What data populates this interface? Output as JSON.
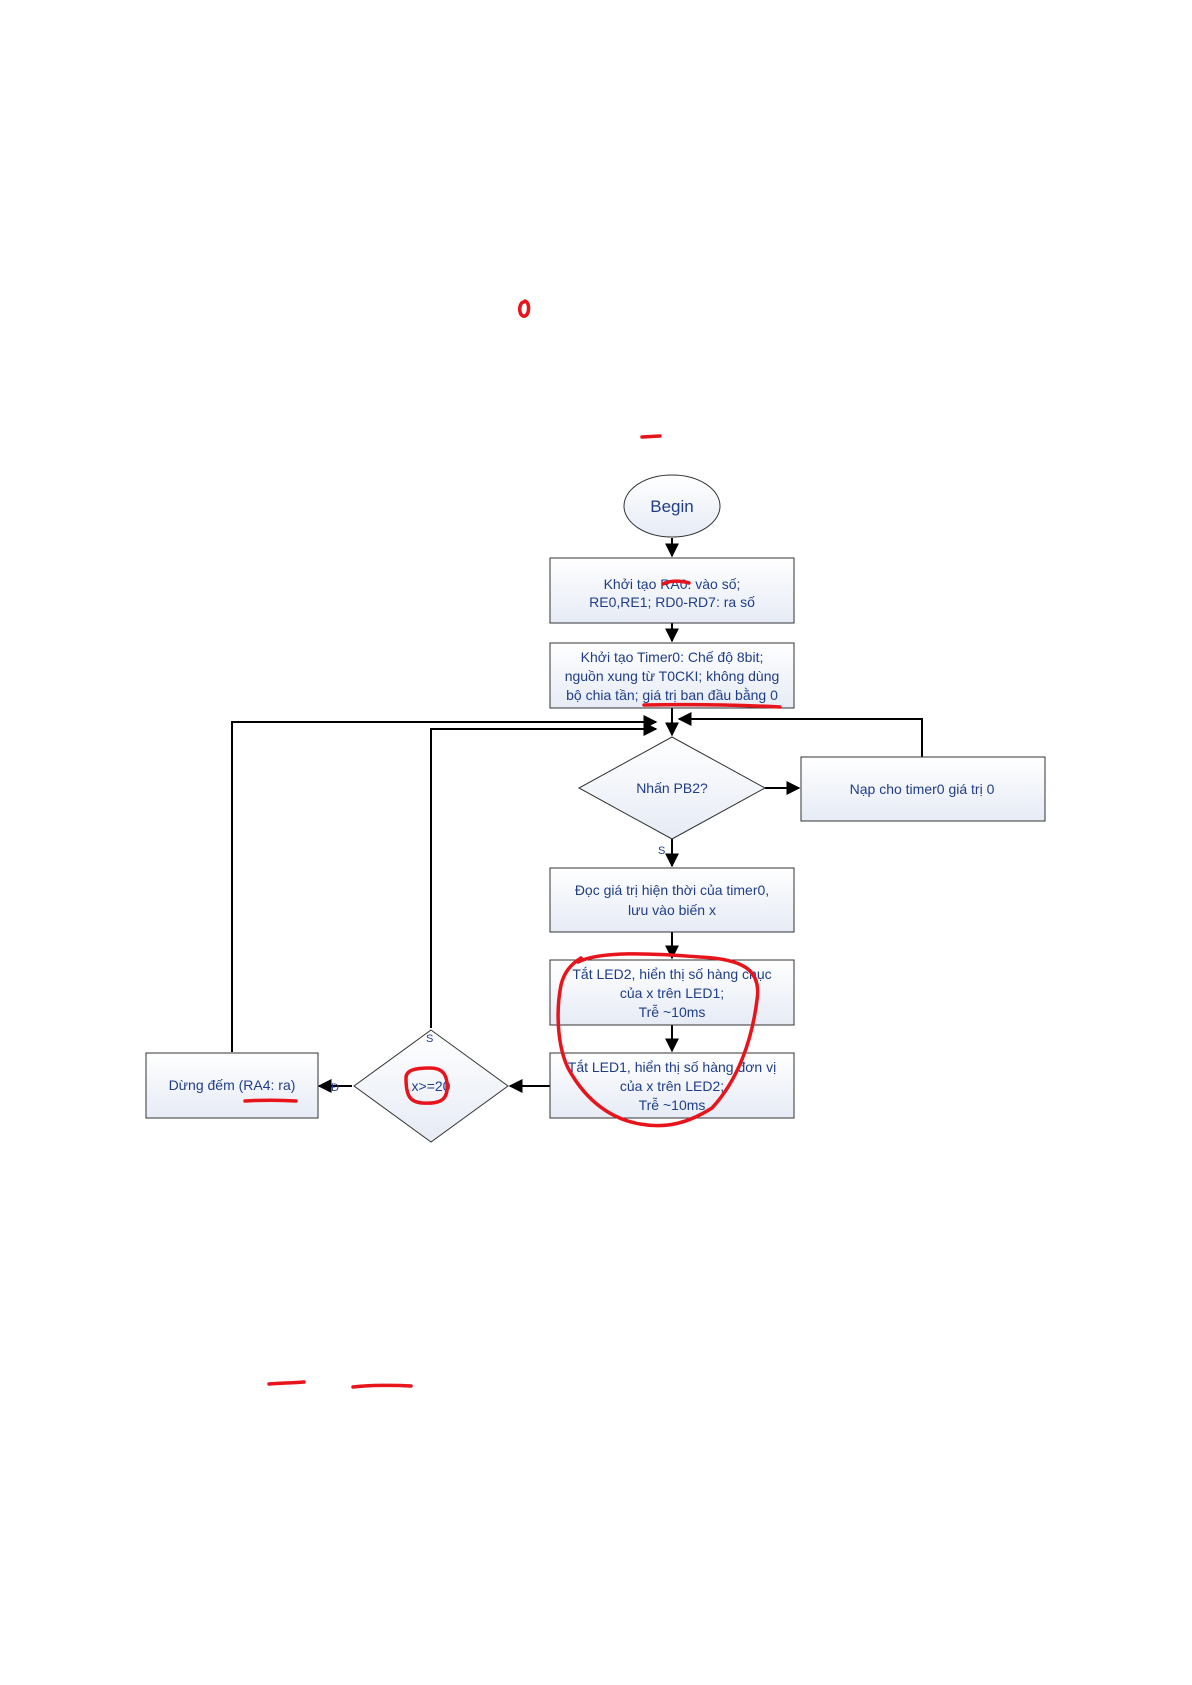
{
  "flowchart": {
    "begin": "Begin",
    "init_io": [
      "Khởi tạo RA0: vào số;",
      "RE0,RE1; RD0-RD7: ra số"
    ],
    "init_timer": [
      "Khởi tạo Timer0: Chế độ 8bit;",
      "nguồn xung từ T0CKI; không dùng",
      "bộ chia tần; giá trị ban đầu bằng 0"
    ],
    "decision_pb2": "Nhấn PB2?",
    "load_timer": "Nạp cho timer0 giá trị 0",
    "read_timer": [
      "Đọc giá trị hiện thời của timer0,",
      "lưu vào biến x"
    ],
    "display_tens": [
      "Tắt LED2, hiển thị số hàng chục",
      "của x trên LED1;",
      "Trễ ~10ms"
    ],
    "display_units": [
      "Tắt LED1, hiển thị số hàng đơn vị",
      "của x trên LED2;",
      "Trễ ~10ms"
    ],
    "decision_x": "x>=20",
    "stop_count": "Dừng đếm (RA4: ra)",
    "label_s_pb2": "S",
    "label_s_x": "S",
    "label_d_x": "Đ"
  },
  "annotations": {
    "ink_color": "#e8141b",
    "line_color": "#000000",
    "text_color": "#1f3d8a"
  }
}
